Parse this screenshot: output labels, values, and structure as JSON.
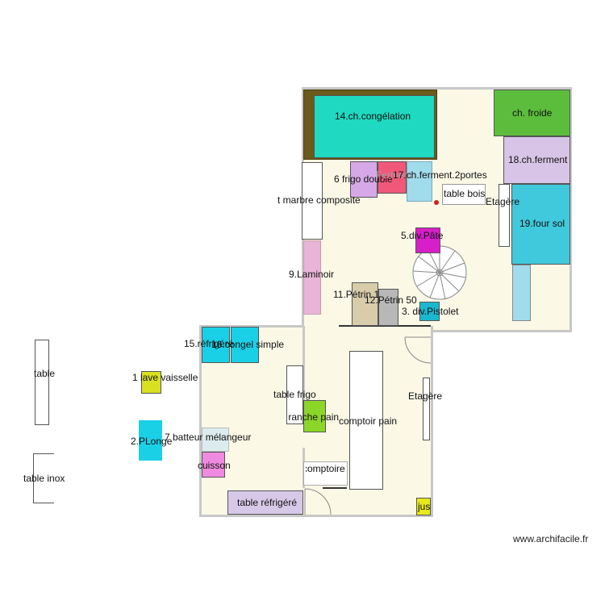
{
  "plan": {
    "labels": {
      "ch_congelation": "14.ch.congélation",
      "ch_froide": "ch. froide",
      "ch_ferment": "18.ch.ferment",
      "four_sol": "19.four sol",
      "frigo_double": "6 frigo double",
      "ch_ferment_2portes": "17.ch.ferment.2portes",
      "ferment_overlap": "Ferment",
      "table_bois": "table bois",
      "etagere_upper": "Etagère",
      "marbre": "t marbre composite",
      "div_pate": "5.div.Pâte",
      "laminoir": "9.Laminoir",
      "petrin1": "11.Pétrin 1",
      "petrin50": "12.Pétrin 50",
      "div_pistolet": "3. div.Pistolet",
      "refrig": "15.réfrigéré",
      "congel_simple": "16.congel simple",
      "lave_vaisselle": "1 lave vaisselle",
      "table_left": "table",
      "table_frigo": "table frigo",
      "etagere_lower": "Etagère",
      "comptoir_pain": "comptoir pain",
      "tranche_pain": "tranche pain",
      "plonge": "2.PLonge",
      "batteur": "7 batteur mélangeur",
      "cuisson": "cuisson",
      "comptoire": "comptoire",
      "table_inox": "table inox",
      "table_refrigere": "table réfrigéré",
      "jus": "jus"
    },
    "watermark": "www.archifacile.fr"
  },
  "colors": {
    "floor": "#fbf8e6",
    "wall": "#c8c8c8",
    "congelation": "#1fd9c0",
    "congelation_frame": "#6b5a1a",
    "froide": "#5cbd3c",
    "ferment": "#d8c4e6",
    "four": "#40c8dc",
    "light_blue": "#a0dcec",
    "pink_frigo": "#d7a8e8",
    "red_pink": "#f0587a",
    "magenta": "#d61fc8",
    "laminoir": "#e8b4d8",
    "petrin1": "#d8ccaa",
    "petrin50": "#b8b8b8",
    "pistolet": "#1ab8d0",
    "cyan": "#1ad0e6",
    "lime": "#d8e020",
    "green": "#8cd62a",
    "cuisson": "#f08ae0",
    "batteur": "#dcecee",
    "table_refrig": "#d8c8e8",
    "jus": "#e8e81a"
  }
}
